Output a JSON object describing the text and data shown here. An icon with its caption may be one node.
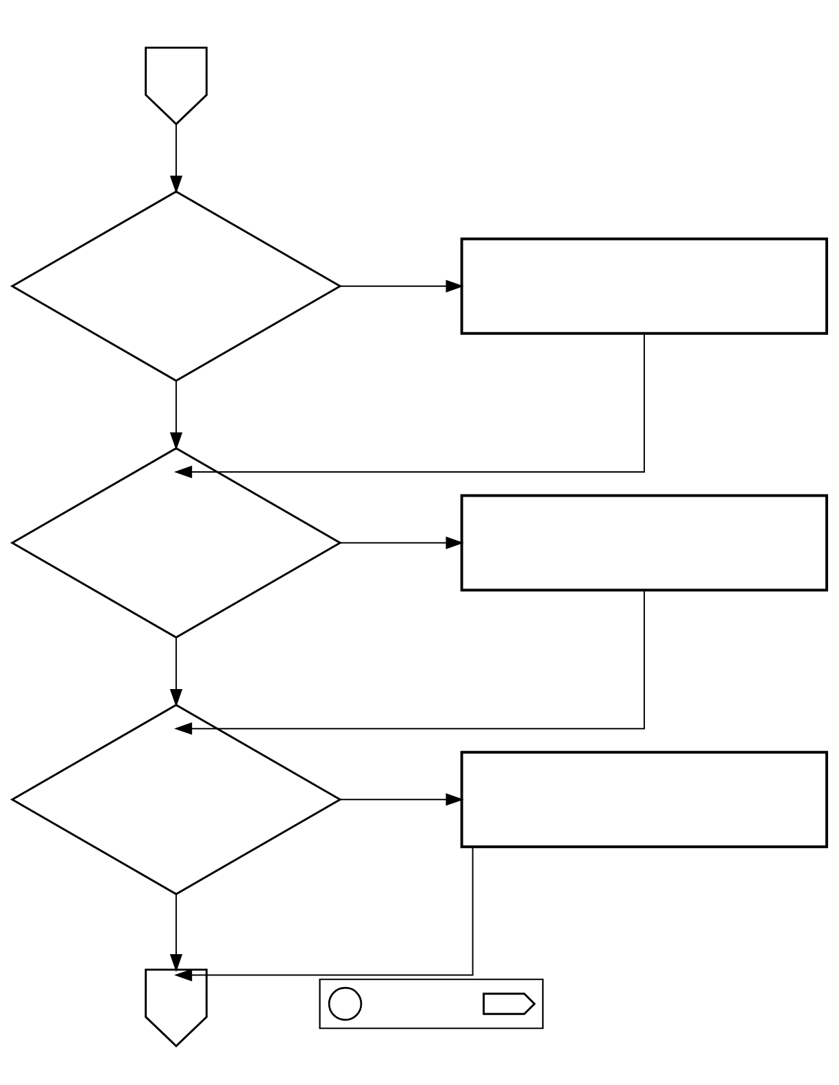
{
  "diagram": {
    "nodes": [
      {
        "text": [],
        "shape": "pentagon"
      },
      {
        "text": [],
        "shape": "diamond"
      },
      {
        "text": [],
        "shape": "box"
      },
      {
        "text": [],
        "shape": "diamond"
      },
      {
        "text": [],
        "shape": "box"
      },
      {
        "text": [],
        "shape": "diamond"
      },
      {
        "text": [],
        "shape": "box"
      },
      {
        "text": [],
        "shape": "pentagon"
      },
      {
        "text": [],
        "shape": "box"
      },
      {
        "text": [],
        "shape": "pentagon",
        "in": 8
      },
      {
        "text": [],
        "shape": "circle",
        "in": 8
      }
    ],
    "edges": [
      {
        "from": 0,
        "to": 1,
        "arrow": "to"
      },
      {
        "from": 1,
        "to": 2,
        "arrow": "to"
      },
      {
        "from": 2,
        "to": 3,
        "arrow": "to"
      },
      {
        "from": 1,
        "to": 3,
        "arrow": "to"
      },
      {
        "from": 3,
        "to": 4,
        "arrow": "to"
      },
      {
        "from": 4,
        "to": 5,
        "arrow": "to"
      },
      {
        "from": 3,
        "to": 5,
        "arrow": "to"
      },
      {
        "from": 5,
        "to": 6,
        "arrow": "to"
      },
      {
        "from": 6,
        "to": 7,
        "arrow": "to"
      },
      {
        "from": 5,
        "to": 7,
        "arrow": "to"
      }
    ]
  }
}
